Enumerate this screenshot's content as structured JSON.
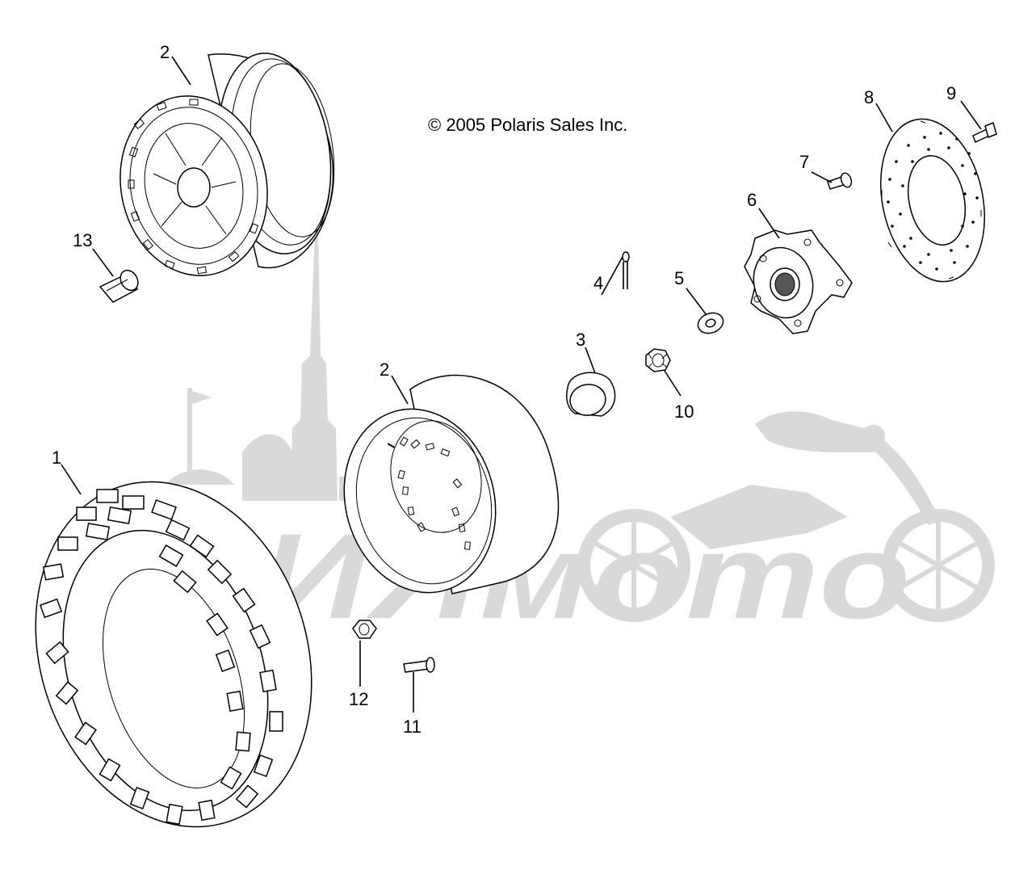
{
  "copyright": "© 2005 Polaris Sales Inc.",
  "watermark": {
    "text": "АЗИЯмото",
    "color": "#d9d9d9"
  },
  "callouts": [
    {
      "id": "1",
      "label": "1",
      "part": "tire"
    },
    {
      "id": "2a",
      "label": "2",
      "part": "rear wheel rim (upper)"
    },
    {
      "id": "2b",
      "label": "2",
      "part": "rear wheel rim (lower)"
    },
    {
      "id": "3",
      "label": "3",
      "part": "hub cap"
    },
    {
      "id": "4",
      "label": "4",
      "part": "cotter pin"
    },
    {
      "id": "5",
      "label": "5",
      "part": "washer"
    },
    {
      "id": "6",
      "label": "6",
      "part": "wheel hub"
    },
    {
      "id": "7",
      "label": "7",
      "part": "wheel stud"
    },
    {
      "id": "8",
      "label": "8",
      "part": "brake disc"
    },
    {
      "id": "9",
      "label": "9",
      "part": "disc bolt"
    },
    {
      "id": "10",
      "label": "10",
      "part": "castle nut"
    },
    {
      "id": "11",
      "label": "11",
      "part": "wheel stud"
    },
    {
      "id": "12",
      "label": "12",
      "part": "wheel nut"
    },
    {
      "id": "13",
      "label": "13",
      "part": "valve stem"
    }
  ]
}
